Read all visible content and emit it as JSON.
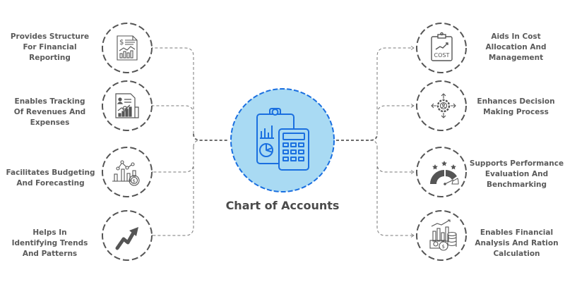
{
  "title": "Chart of Accounts",
  "colors": {
    "center_fill": "#a9daf3",
    "center_stroke": "#1a6fe0",
    "node_stroke": "#555555",
    "connector": "#7a7a7a",
    "text": "#5a5a5a"
  },
  "center": {
    "icon": "clipboard-calculator-icon",
    "label": "Chart of Accounts"
  },
  "left_items": [
    {
      "icon": "financial-report-icon",
      "lines": [
        "Provides Structure",
        "For Financial",
        "Reporting"
      ]
    },
    {
      "icon": "revenue-expense-report-icon",
      "lines": [
        "Enables Tracking",
        "Of Revenues And",
        "Expenses"
      ]
    },
    {
      "icon": "budget-forecast-icon",
      "lines": [
        "Facilitates Budgeting",
        "And Forecasting"
      ]
    },
    {
      "icon": "trend-arrow-icon",
      "lines": [
        "Helps In",
        "Identifying Trends",
        "And Patterns"
      ]
    }
  ],
  "right_items": [
    {
      "icon": "cost-clipboard-icon",
      "lines": [
        "Aids In Cost",
        "Allocation And",
        "Management"
      ]
    },
    {
      "icon": "decision-gear-icon",
      "lines": [
        "Enhances Decision",
        "Making Process"
      ]
    },
    {
      "icon": "performance-gauge-icon",
      "lines": [
        "Supports Performance",
        "Evaluation And",
        "Benchmarking"
      ]
    },
    {
      "icon": "financial-analysis-icon",
      "lines": [
        "Enables Financial",
        "Analysis And Ration",
        "Calculation"
      ]
    }
  ]
}
